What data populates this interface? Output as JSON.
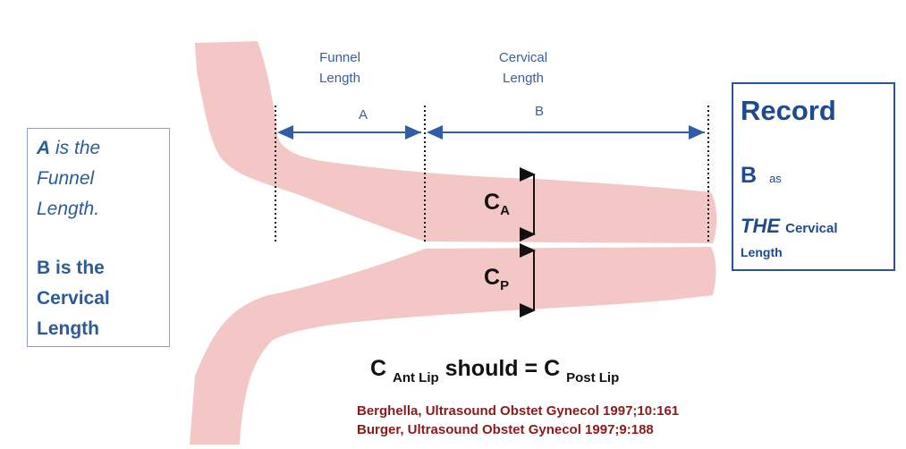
{
  "left_note": {
    "line1_bold": "A",
    "line1_rest": " is the",
    "line2": "Funnel",
    "line3": "Length.",
    "line4": "B is the",
    "line5": "Cervical",
    "line6": "Length"
  },
  "right_note": {
    "title": "Record",
    "b_letter": "B",
    "b_as": "as",
    "the_word": "THE",
    "cervical": "Cervical",
    "length": "Length"
  },
  "labels": {
    "funnel_line1": "Funnel",
    "funnel_line2": "Length",
    "cervical_line1": "Cervical",
    "cervical_line2": "Length",
    "dim_a": "A",
    "dim_b": "B"
  },
  "thickness": {
    "c": "C",
    "a_sub": "A",
    "p_sub": "P"
  },
  "equation": {
    "c1": "C",
    "sub1": "Ant Lip",
    "middle": "should =",
    "c2": "C",
    "sub2": "Post Lip"
  },
  "references": [
    "Berghella, Ultrasound Obstet Gynecol 1997;10:161",
    "Burger, Ultrasound Obstet Gynecol 1997;9:188"
  ],
  "colors": {
    "tissue": "#f3c7c5",
    "arrow": "#2e5ea8",
    "text_blue": "#2b5c97",
    "ref_red": "#8b1a1a"
  }
}
